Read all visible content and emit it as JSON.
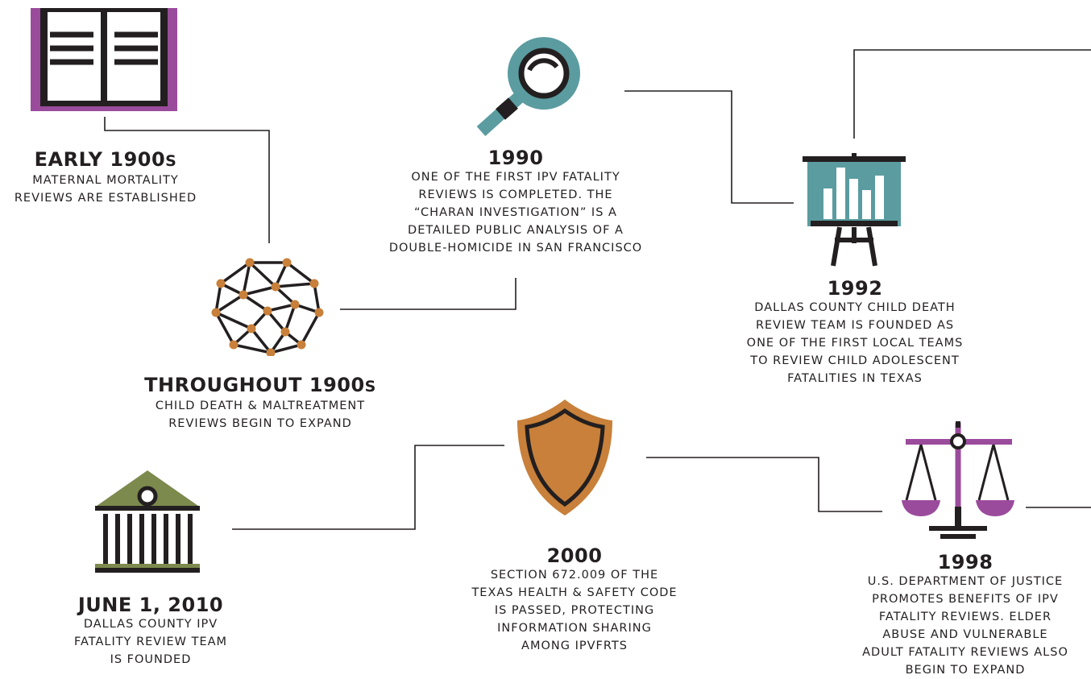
{
  "colors": {
    "purple": "#9b4b9c",
    "teal": "#5b9ca0",
    "orange": "#c8803a",
    "olive": "#7d8a4e",
    "ink": "#231f20"
  },
  "events": {
    "early1900s": {
      "year": "EARLY 1900",
      "suffix": "S",
      "desc": "MATERNAL MORTALITY\nREVIEWS ARE ESTABLISHED",
      "icon": "book-icon"
    },
    "throughout1900s": {
      "year": "THROUGHOUT 1900",
      "suffix": "S",
      "desc": "CHILD DEATH & MALTREATMENT\nREVIEWS BEGIN TO EXPAND",
      "icon": "network-icon"
    },
    "y1990": {
      "year": "1990",
      "desc": "ONE OF THE FIRST IPV FATALITY\nREVIEWS IS COMPLETED. THE\n“CHARAN INVESTIGATION” IS A\nDETAILED PUBLIC ANALYSIS OF A\nDOUBLE-HOMICIDE IN SAN FRANCISCO",
      "icon": "magnifier-icon"
    },
    "y1992": {
      "year": "1992",
      "desc": "DALLAS COUNTY CHILD DEATH\nREVIEW TEAM IS FOUNDED AS\nONE OF THE FIRST LOCAL TEAMS\nTO REVIEW CHILD ADOLESCENT\nFATALITIES IN TEXAS",
      "icon": "presentation-chart-icon"
    },
    "y2000": {
      "year": "2000",
      "desc": "SECTION 672.009 OF THE\nTEXAS HEALTH & SAFETY CODE\nIS PASSED, PROTECTING\nINFORMATION SHARING\nAMONG IPVFRTs",
      "icon": "shield-icon"
    },
    "y1998": {
      "year": "1998",
      "desc": "U.S. DEPARTMENT OF JUSTICE\nPROMOTES BENEFITS OF IPV\nFATALITY REVIEWS. ELDER\nABUSE AND VULNERABLE\nADULT FATALITY REVIEWS ALSO\nBEGIN TO EXPAND",
      "icon": "scales-icon"
    },
    "june2010": {
      "year": "JUNE 1, 2010",
      "desc": "DALLAS COUNTY IPV\nFATALITY REVIEW TEAM\nIS FOUNDED",
      "icon": "courthouse-icon"
    }
  }
}
